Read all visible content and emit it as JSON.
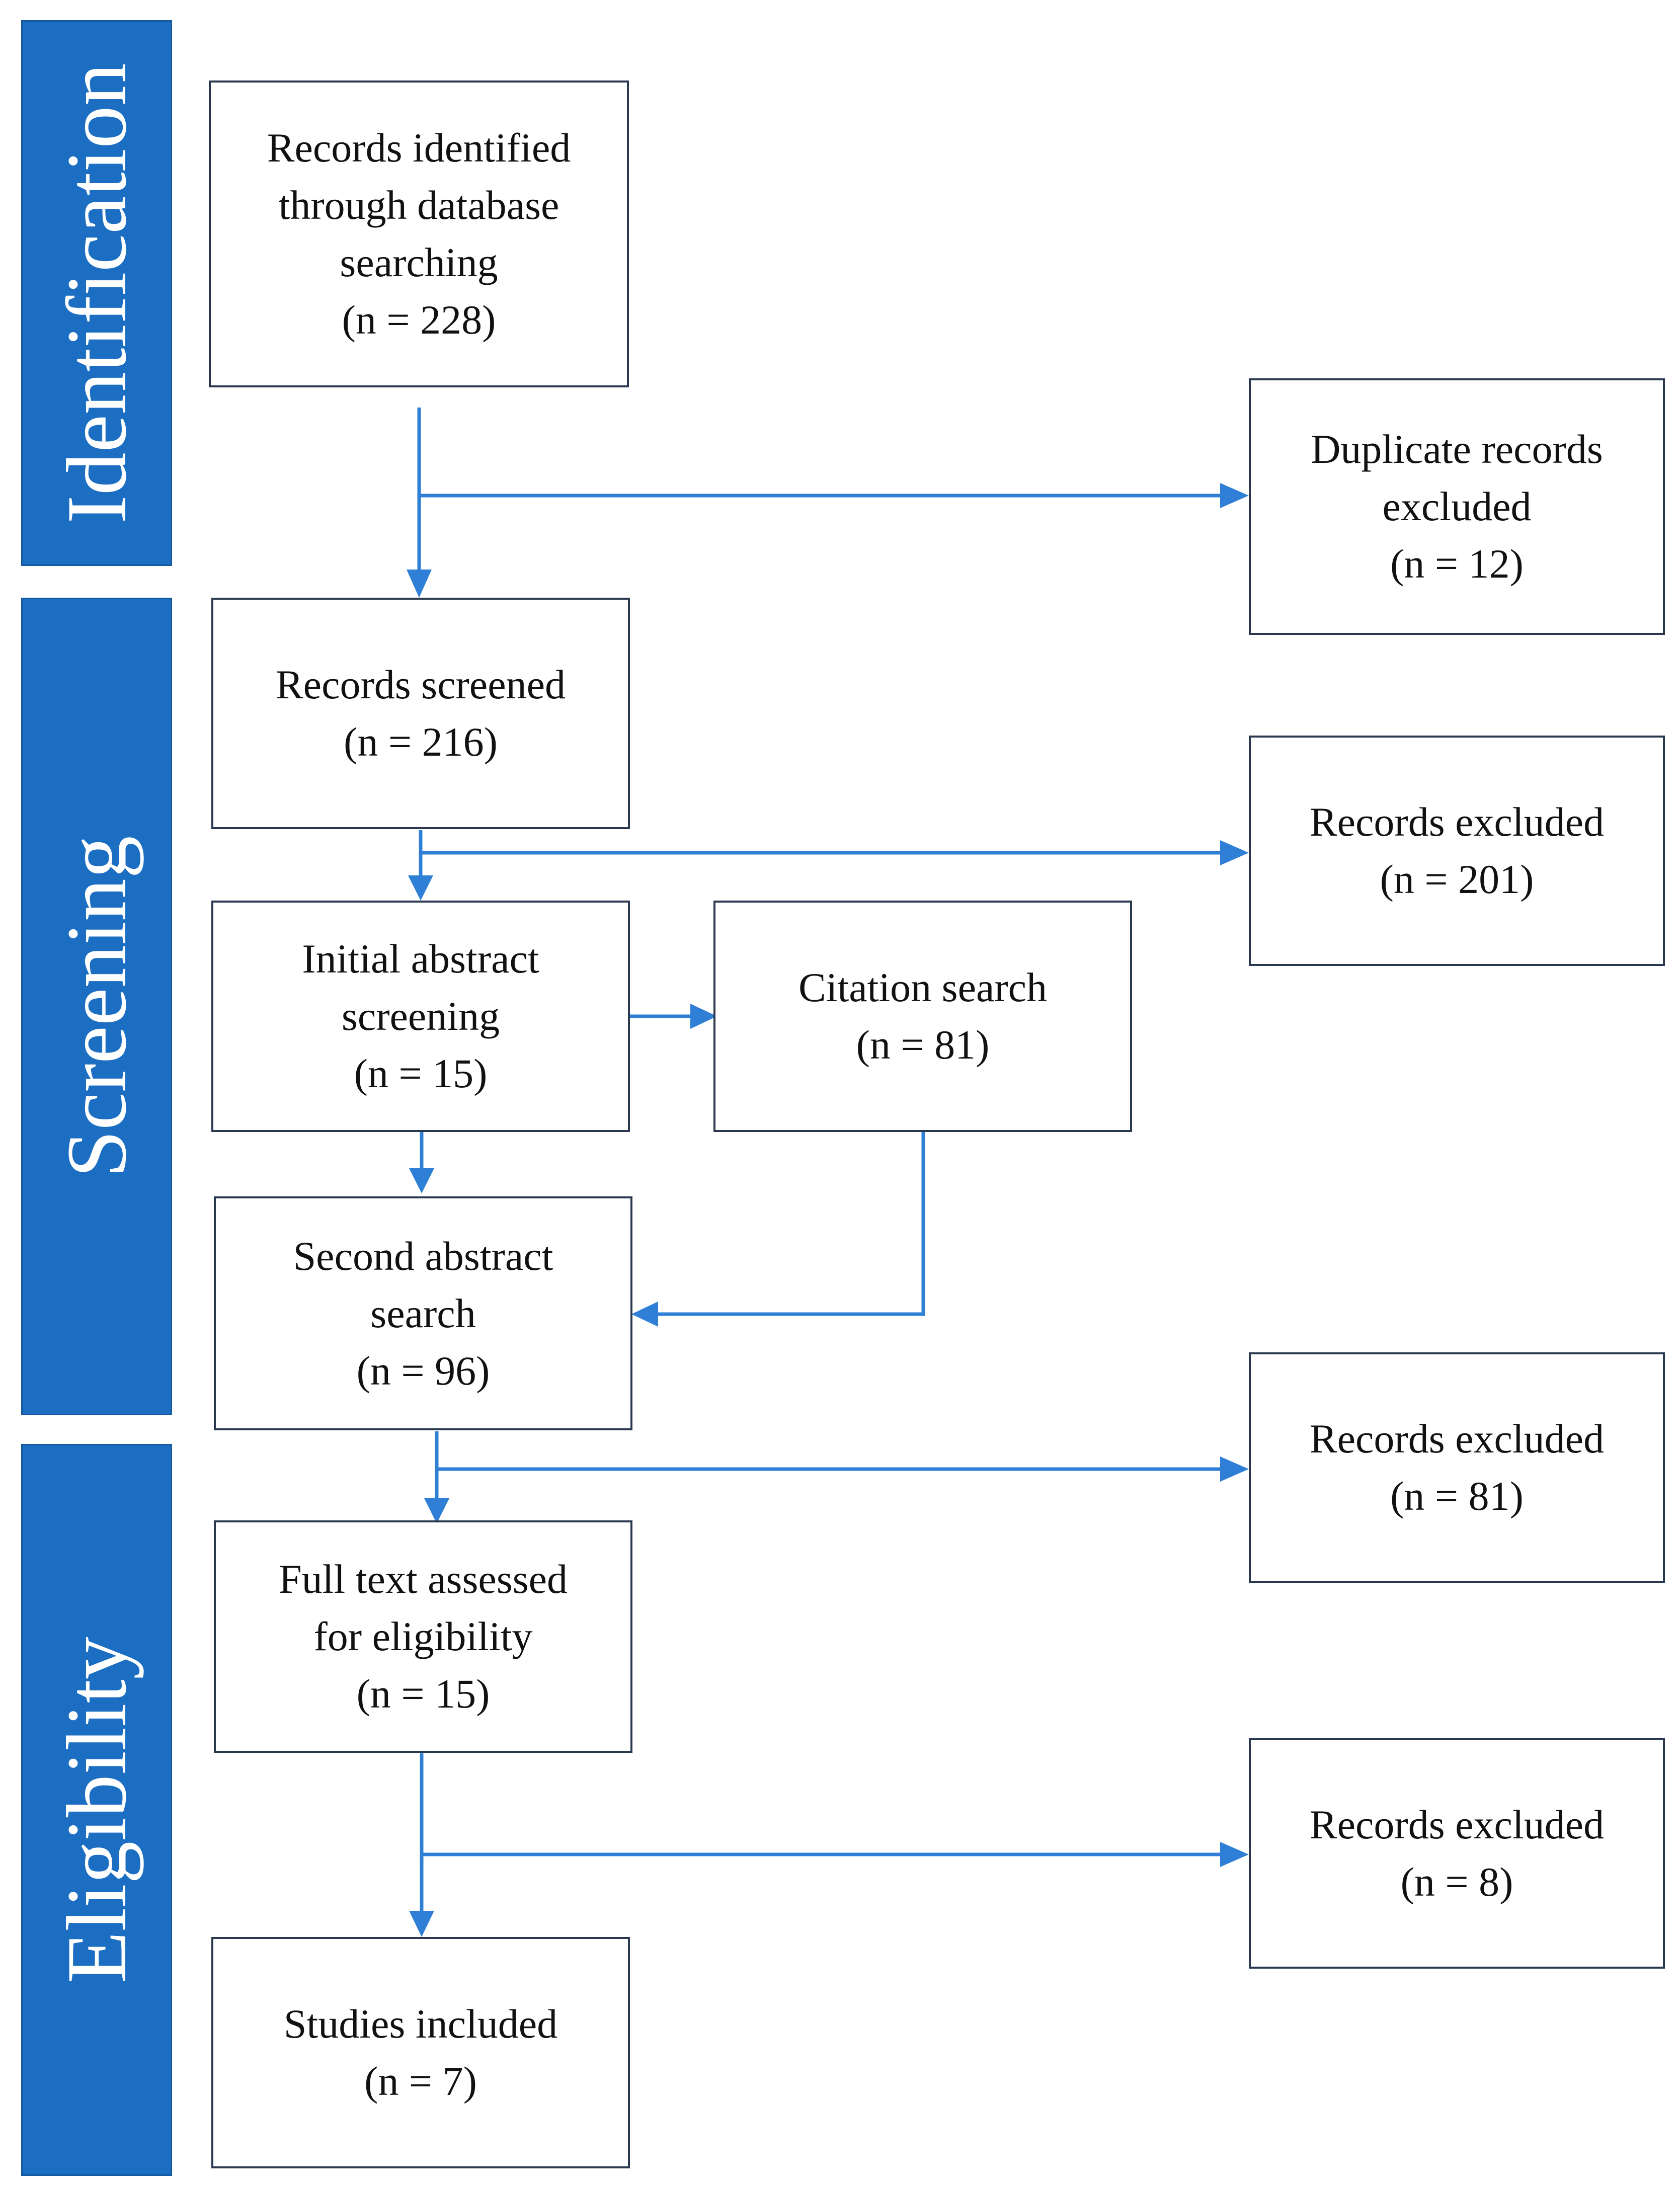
{
  "phases": {
    "identification": "Identification",
    "screening": "Screening",
    "eligibility": "Eligibility"
  },
  "boxes": {
    "records_identified": {
      "lines": [
        "Records identified",
        "through database",
        "searching"
      ],
      "count": "(n = 228)"
    },
    "duplicates_excluded": {
      "lines": [
        "Duplicate records",
        "excluded"
      ],
      "count": "(n = 12)"
    },
    "records_screened": {
      "lines": [
        "Records screened"
      ],
      "count": "(n = 216)"
    },
    "records_excluded_1": {
      "lines": [
        "Records excluded"
      ],
      "count": "(n = 201)"
    },
    "initial_abstract": {
      "lines": [
        "Initial abstract",
        "screening"
      ],
      "count": "(n = 15)"
    },
    "citation_search": {
      "lines": [
        "Citation search"
      ],
      "count": "(n = 81)"
    },
    "second_abstract": {
      "lines": [
        "Second abstract",
        "search"
      ],
      "count": "(n = 96)"
    },
    "records_excluded_2": {
      "lines": [
        "Records excluded"
      ],
      "count": "(n = 81)"
    },
    "full_text": {
      "lines": [
        "Full text assessed",
        "for eligibility"
      ],
      "count": "(n = 15)"
    },
    "records_excluded_3": {
      "lines": [
        "Records excluded"
      ],
      "count": "(n = 8)"
    },
    "studies_included": {
      "lines": [
        "Studies included"
      ],
      "count": "(n = 7)"
    }
  },
  "colors": {
    "phase_fill": "#1b6ec2",
    "arrow": "#2f7fd6",
    "box_border": "#2a3950"
  }
}
